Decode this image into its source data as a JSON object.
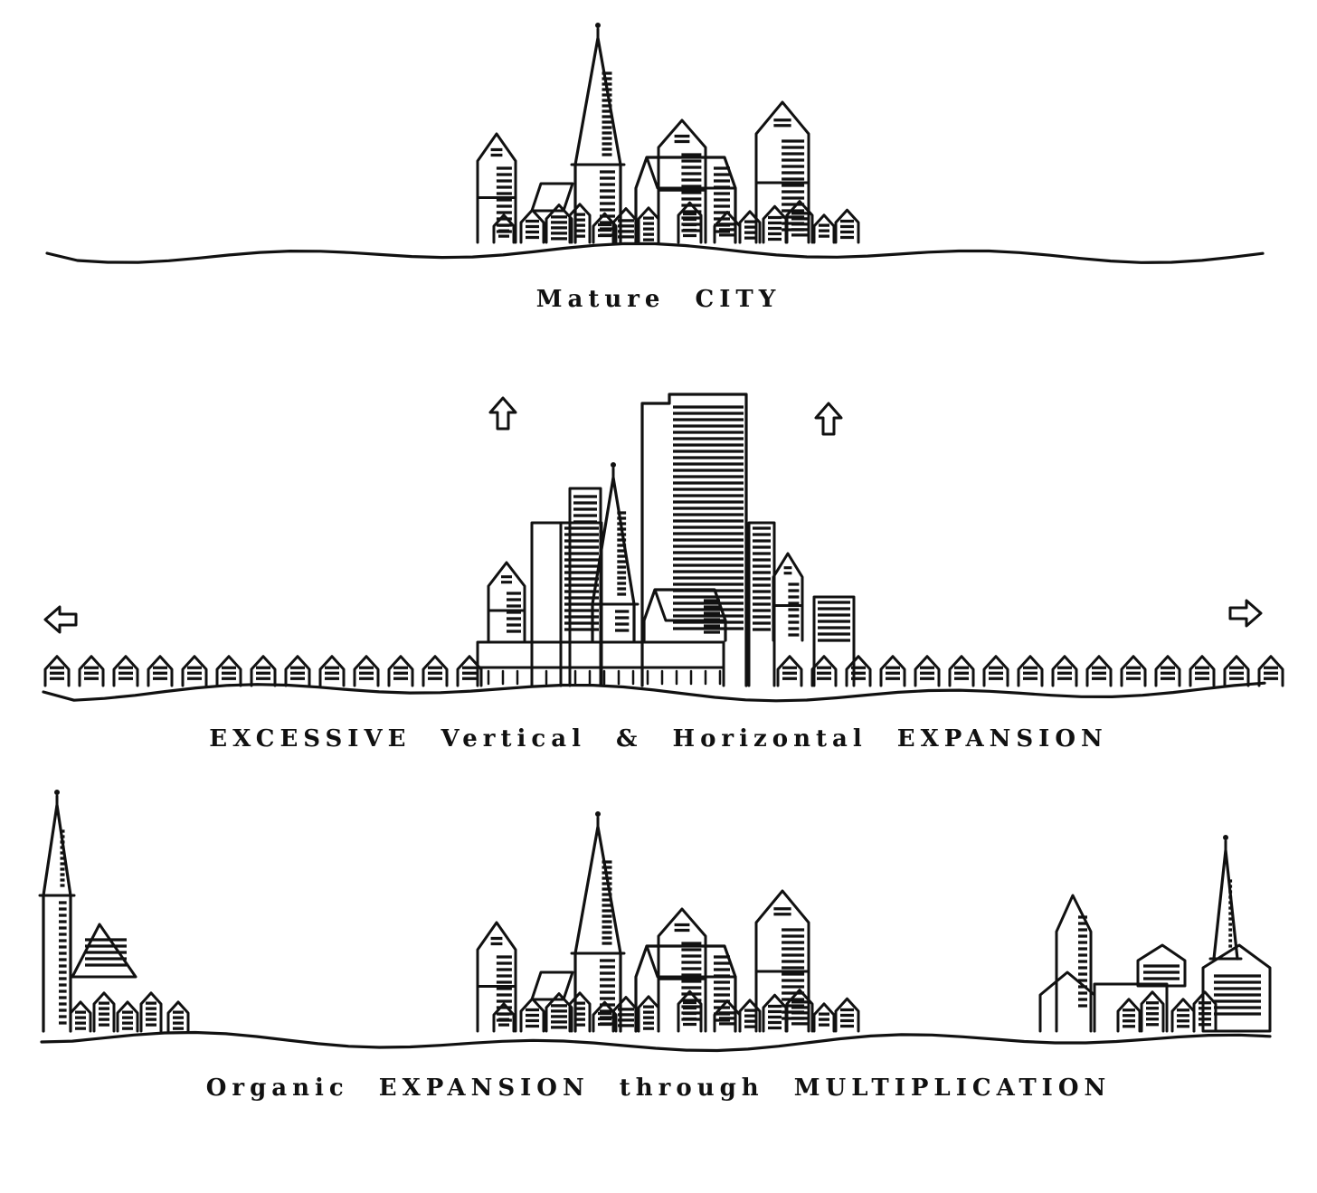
{
  "panels": [
    {
      "id": "mature",
      "caption": "Mature CITY"
    },
    {
      "id": "excessive",
      "caption": "EXCESSIVE Vertical & Horizontal EXPANSION"
    },
    {
      "id": "organic",
      "caption": "Organic EXPANSION through MULTIPLICATION"
    }
  ],
  "colors": {
    "ink": "#111111",
    "paper": "#ffffff"
  },
  "icons": [
    "arrow-up-icon",
    "arrow-left-icon",
    "arrow-right-icon"
  ]
}
